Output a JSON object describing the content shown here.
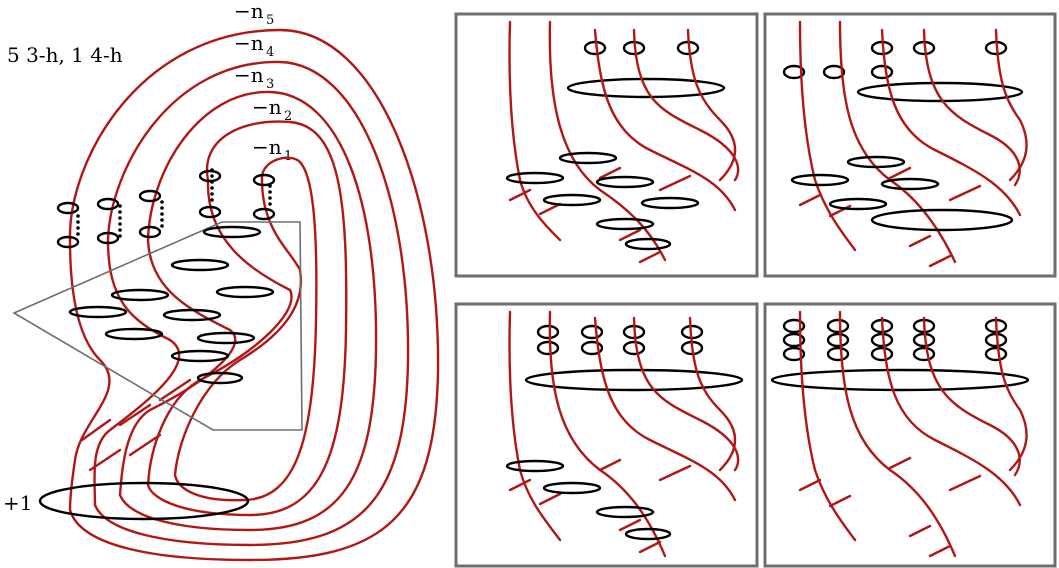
{
  "diagram": {
    "title": "5 3-h, 1 4-h",
    "framing_labels": [
      {
        "base": "−n",
        "sub": "5"
      },
      {
        "base": "−n",
        "sub": "4"
      },
      {
        "base": "−n",
        "sub": "3"
      },
      {
        "base": "−n",
        "sub": "2"
      },
      {
        "base": "−n",
        "sub": "1"
      }
    ],
    "plus_label": "+1"
  },
  "colors": {
    "strand": "#b01818",
    "circle": "#000000",
    "frame": "#6e6e6e"
  },
  "panels": [
    {
      "name": "panel-top-left"
    },
    {
      "name": "panel-top-right"
    },
    {
      "name": "panel-bottom-left"
    },
    {
      "name": "panel-bottom-right"
    }
  ]
}
